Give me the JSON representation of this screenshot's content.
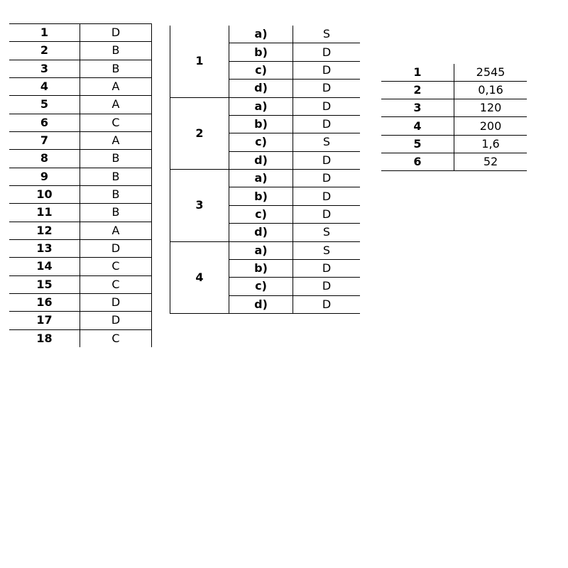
{
  "table1": {
    "rows": [
      {
        "num": "1",
        "answer": "D"
      },
      {
        "num": "2",
        "answer": "B"
      },
      {
        "num": "3",
        "answer": "B"
      },
      {
        "num": "4",
        "answer": "A"
      },
      {
        "num": "5",
        "answer": "A"
      },
      {
        "num": "6",
        "answer": "C"
      },
      {
        "num": "7",
        "answer": "A"
      },
      {
        "num": "8",
        "answer": "B"
      },
      {
        "num": "9",
        "answer": "B"
      },
      {
        "num": "10",
        "answer": "B"
      },
      {
        "num": "11",
        "answer": "B"
      },
      {
        "num": "12",
        "answer": "A"
      },
      {
        "num": "13",
        "answer": "D"
      },
      {
        "num": "14",
        "answer": "C"
      },
      {
        "num": "15",
        "answer": "C"
      },
      {
        "num": "16",
        "answer": "D"
      },
      {
        "num": "17",
        "answer": "D"
      },
      {
        "num": "18",
        "answer": "C"
      }
    ]
  },
  "table2": {
    "groups": [
      {
        "num": "1",
        "items": [
          {
            "label": "a)",
            "value": "S"
          },
          {
            "label": "b)",
            "value": "D"
          },
          {
            "label": "c)",
            "value": "D"
          },
          {
            "label": "d)",
            "value": "D"
          }
        ]
      },
      {
        "num": "2",
        "items": [
          {
            "label": "a)",
            "value": "D"
          },
          {
            "label": "b)",
            "value": "D"
          },
          {
            "label": "c)",
            "value": "S"
          },
          {
            "label": "d)",
            "value": "D"
          }
        ]
      },
      {
        "num": "3",
        "items": [
          {
            "label": "a)",
            "value": "D"
          },
          {
            "label": "b)",
            "value": "D"
          },
          {
            "label": "c)",
            "value": "D"
          },
          {
            "label": "d)",
            "value": "S"
          }
        ]
      },
      {
        "num": "4",
        "items": [
          {
            "label": "a)",
            "value": "S"
          },
          {
            "label": "b)",
            "value": "D"
          },
          {
            "label": "c)",
            "value": "D"
          },
          {
            "label": "d)",
            "value": "D"
          }
        ]
      }
    ]
  },
  "table3": {
    "rows": [
      {
        "num": "1",
        "answer": "2545"
      },
      {
        "num": "2",
        "answer": "0,16"
      },
      {
        "num": "3",
        "answer": "120"
      },
      {
        "num": "4",
        "answer": "200"
      },
      {
        "num": "5",
        "answer": "1,6"
      },
      {
        "num": "6",
        "answer": "52"
      }
    ]
  }
}
